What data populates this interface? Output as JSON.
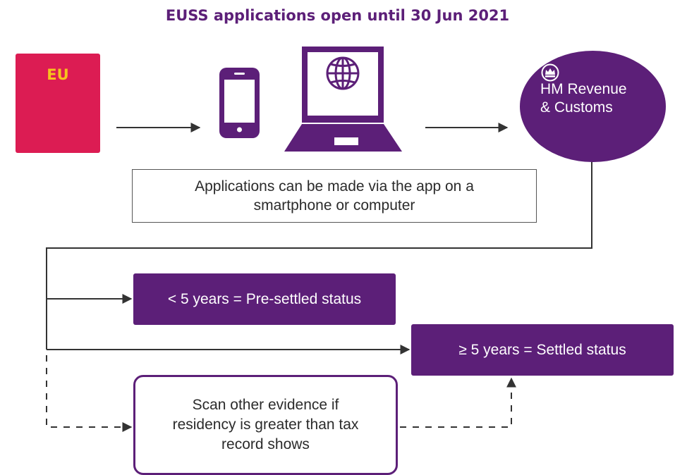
{
  "title": "EUSS applications open until 30 Jun 2021",
  "passport": {
    "label": "EU",
    "color": "#dc1c53",
    "label_color": "#f6c31d"
  },
  "devices": {
    "phone_icon": "smartphone-icon",
    "laptop_icon": "laptop-globe-icon"
  },
  "hmrc": {
    "name": "HM Revenue\n& Customs",
    "crest_icon": "royal-crown-crest-icon"
  },
  "app_note": "Applications can be made via the app on a smartphone or computer",
  "outcomes": {
    "pre_settled": "< 5 years = Pre-settled status",
    "settled": "≥ 5 years = Settled status"
  },
  "scan_note": "Scan other evidence if residency is greater than tax record shows",
  "colors": {
    "brand_purple": "#5c1f78",
    "arrow": "#333333"
  }
}
